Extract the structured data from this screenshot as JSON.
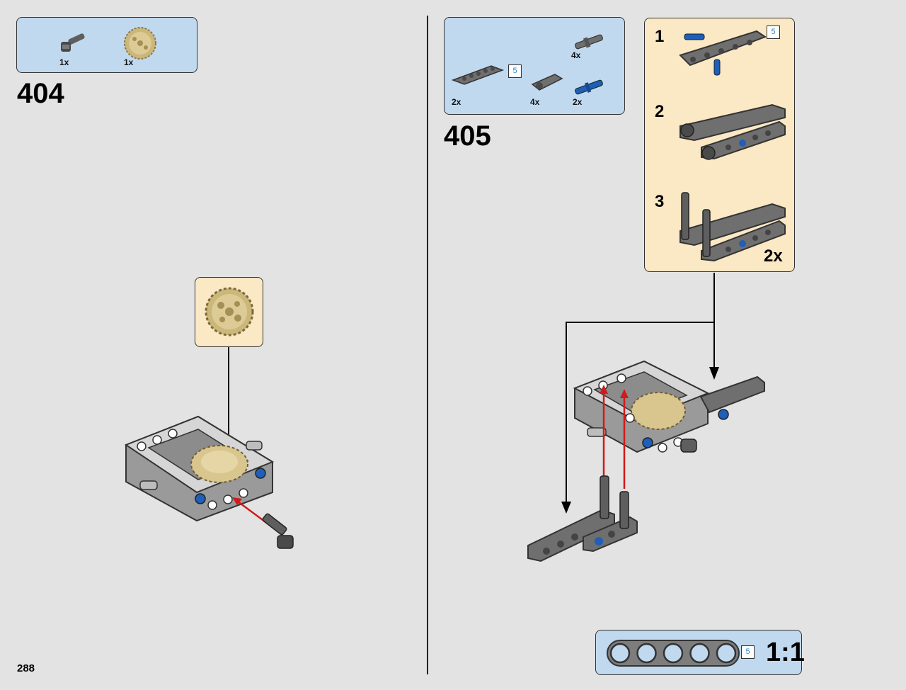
{
  "page": {
    "number": "288"
  },
  "colors": {
    "background": "#e3e3e3",
    "parts_box": "#c0d9ef",
    "subassembly_box": "#fbe8c4",
    "part_gray": "#6f6f6f",
    "part_light": "#cfcfcf",
    "part_blue": "#1f5fb8",
    "gear_tan": "#d9c58e",
    "arrow_red": "#d11a1a"
  },
  "step404": {
    "number": "404",
    "parts": [
      {
        "icon": "axle-pin-icon",
        "count": "1x"
      },
      {
        "icon": "gear-24-tooth-icon",
        "count": "1x"
      }
    ],
    "callout_icon": "gear-24-tooth-icon"
  },
  "step405": {
    "number": "405",
    "parts": [
      {
        "icon": "beam-5-icon",
        "count": "2x",
        "length": "5"
      },
      {
        "icon": "axle-pin-connector-icon",
        "count": "4x"
      },
      {
        "icon": "axle-with-stop-icon",
        "count": "4x"
      },
      {
        "icon": "blue-pin-icon",
        "count": "2x"
      }
    ],
    "subassembly": {
      "steps": [
        "1",
        "2",
        "3"
      ],
      "length_badge": "5",
      "multiplier": "2x"
    }
  },
  "scale_box": {
    "length": "5",
    "label": "1:1",
    "holes": 5
  }
}
